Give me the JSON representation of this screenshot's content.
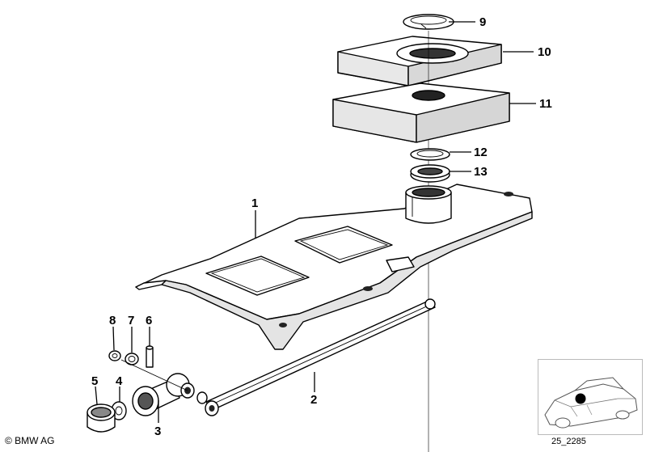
{
  "callouts": [
    {
      "id": "1",
      "label": "1"
    },
    {
      "id": "2",
      "label": "2"
    },
    {
      "id": "3",
      "label": "3"
    },
    {
      "id": "4",
      "label": "4"
    },
    {
      "id": "5",
      "label": "5"
    },
    {
      "id": "6",
      "label": "6"
    },
    {
      "id": "7",
      "label": "7"
    },
    {
      "id": "8",
      "label": "8"
    },
    {
      "id": "9",
      "label": "9"
    },
    {
      "id": "10",
      "label": "10"
    },
    {
      "id": "11",
      "label": "11"
    },
    {
      "id": "12",
      "label": "12"
    },
    {
      "id": "13",
      "label": "13"
    }
  ],
  "copyright": "© BMW AG",
  "diagram_code": "25_2285",
  "thumbnail": {
    "icon": "car-location-icon",
    "marker_color": "#000000"
  }
}
